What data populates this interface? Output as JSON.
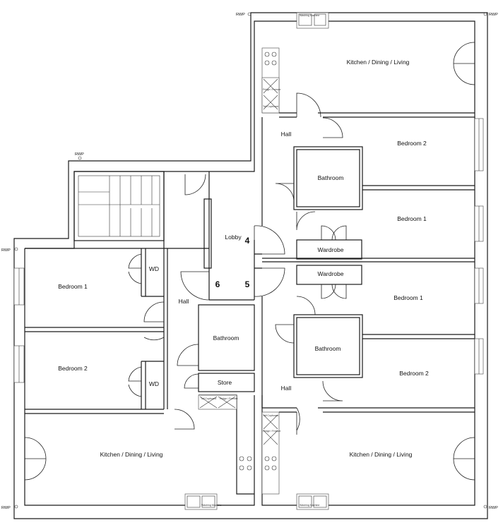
{
  "rooms": {
    "kitchen_upper_right": "Kitchen / Dining / Living",
    "bedroom2_upper_right": "Bedroom 2",
    "bathroom_upper_right": "Bathroom",
    "bedroom1_upper_right": "Bedroom 1",
    "wardrobe_upper_right": "Wardrobe",
    "hall_upper_right": "Hall",
    "lobby": "Lobby",
    "bedroom1_left": "Bedroom 1",
    "wd_upper_left": "WD",
    "hall_left": "Hall",
    "bathroom_left": "Bathroom",
    "bedroom2_left": "Bedroom 2",
    "wd_lower_left": "WD",
    "store_left": "Store",
    "kitchen_lower_left": "Kitchen / Dining / Living",
    "wardrobe_lower_right": "Wardrobe",
    "bedroom1_lower_right": "Bedroom 1",
    "bathroom_lower_right": "Bathroom",
    "bedroom2_lower_right": "Bedroom 2",
    "hall_lower_right": "Hall",
    "kitchen_lower_right": "Kitchen / Dining / Living"
  },
  "flat_numbers": {
    "n4": "4",
    "n5": "5",
    "n6": "6"
  },
  "annotations": {
    "rwp": "RWP",
    "washing_machine": "Washing Machine",
    "fridge_freezer": "Fridge / Freezer",
    "tall_cupboard": "Tall Cupboard"
  }
}
